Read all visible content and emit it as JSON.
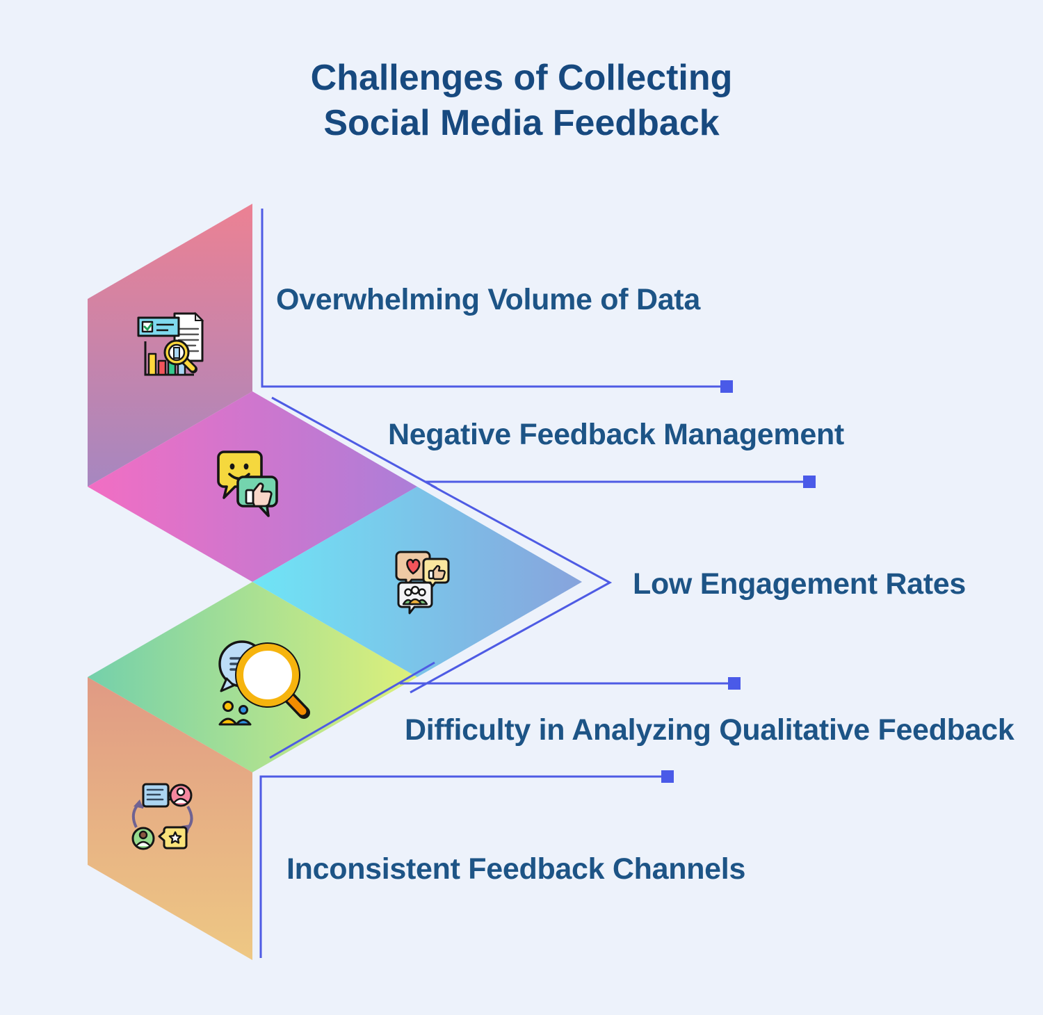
{
  "title": {
    "line1": "Challenges of Collecting",
    "line2": "Social Media Feedback"
  },
  "items": [
    {
      "label": "Overwhelming Volume of Data",
      "icon": "analytics-report-magnifier-icon"
    },
    {
      "label": "Negative Feedback Management",
      "icon": "smiley-thumbs-bubbles-icon"
    },
    {
      "label": "Low Engagement Rates",
      "icon": "reactions-community-bubbles-icon"
    },
    {
      "label": "Difficulty in Analyzing Qualitative Feedback",
      "icon": "chat-search-people-icon"
    },
    {
      "label": "Inconsistent Feedback Channels",
      "icon": "feedback-exchange-cycle-icon"
    }
  ],
  "colors": {
    "background": "#EDF2FB",
    "title_text": "#17497F",
    "label_text": "#1D5486",
    "connector": "#4E5BE4",
    "marker": "#4A5AE8",
    "shape1_top": "#EC8193",
    "shape1_bottom": "#A687C0",
    "shape2_left": "#F26EC3",
    "shape2_right": "#AC7ED8",
    "shape3_left": "#6FE5F6",
    "shape3_right": "#87A3DC",
    "shape4_left": "#74D0AB",
    "shape4_right": "#DEF07A",
    "shape5_top": "#E09A84",
    "shape5_bottom": "#EEC884"
  }
}
